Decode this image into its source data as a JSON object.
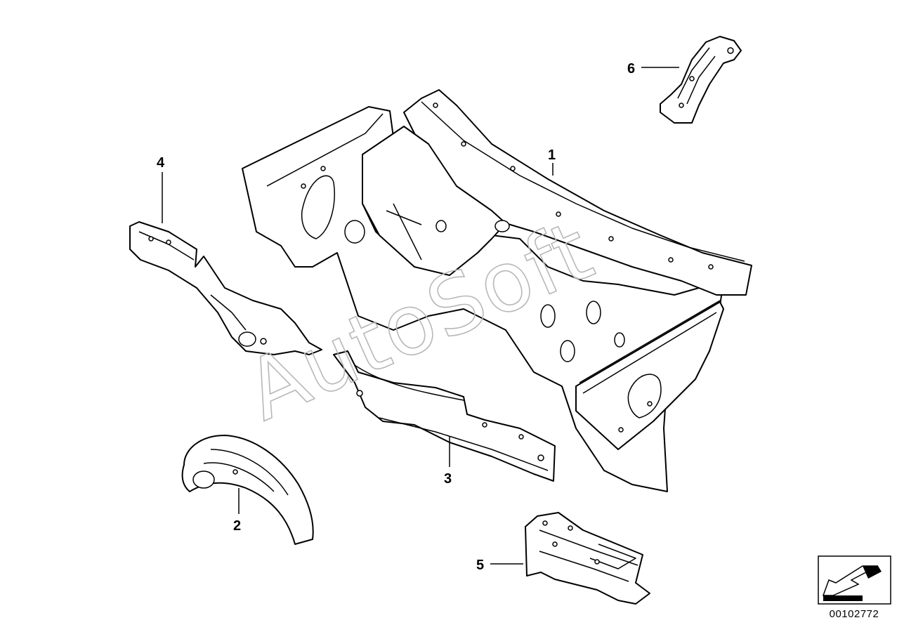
{
  "callouts": [
    {
      "label": "1"
    },
    {
      "label": "2"
    },
    {
      "label": "3"
    },
    {
      "label": "4"
    },
    {
      "label": "5"
    },
    {
      "label": "6"
    }
  ],
  "watermark": "AutoSoft",
  "document_id": "00102772",
  "icons": {
    "orientation": "direction-arrow-icon"
  }
}
